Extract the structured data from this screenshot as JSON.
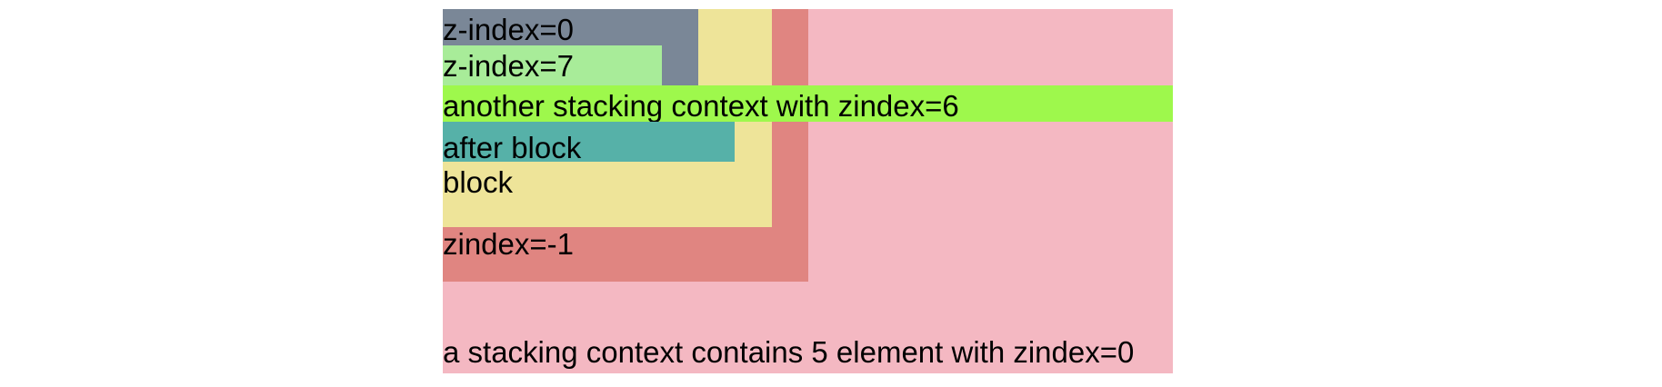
{
  "colors": {
    "outer_pink": "#f4b8c2",
    "zindex_neg_red": "#e08581",
    "block_yellow": "#eee499",
    "zindex0_gray": "#7a8797",
    "zindex7_lightgreen": "#a8ec99",
    "zindex6_brightgreen": "#9ef84c",
    "after_block_teal": "#56b1a8"
  },
  "boxes": {
    "outer": {
      "label": "a stacking context contains 5 element with zindex=0"
    },
    "zindex_neg": {
      "label": "zindex=-1"
    },
    "block": {
      "label": "block"
    },
    "zindex0": {
      "label": "z-index=0"
    },
    "zindex7": {
      "label": "z-index=7"
    },
    "zindex6": {
      "label": "another stacking context with zindex=6"
    },
    "after_block": {
      "label": "after block"
    }
  }
}
